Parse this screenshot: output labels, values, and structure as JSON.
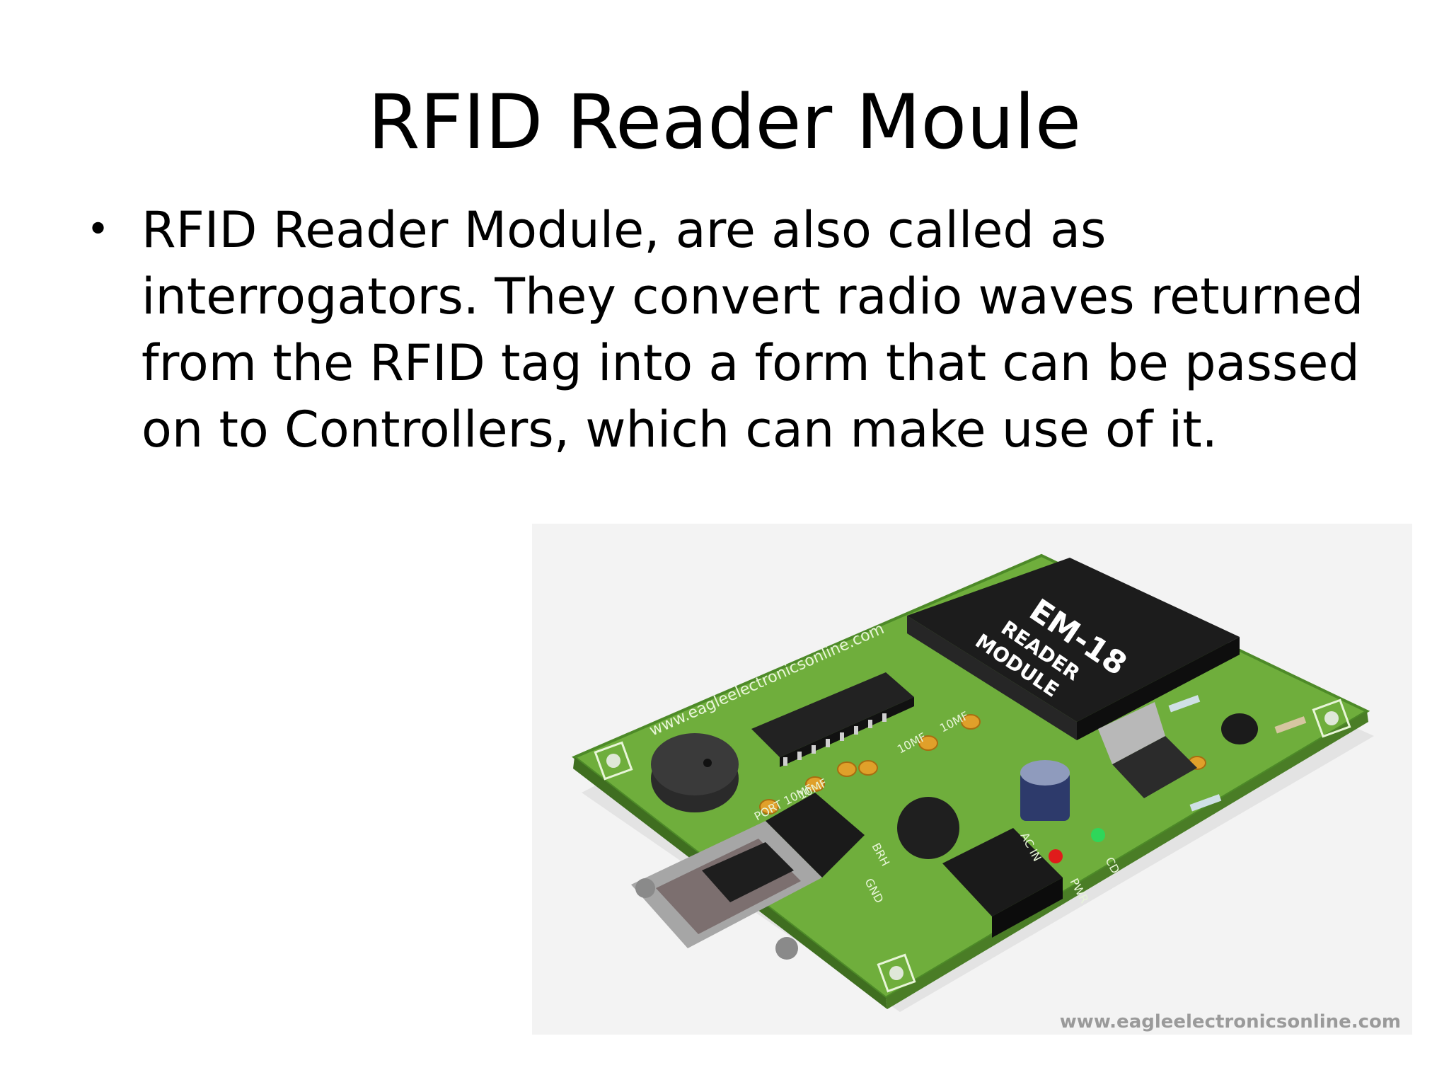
{
  "slide": {
    "title": "RFID Reader Moule",
    "bullets": [
      "RFID Reader Module, are also called as interrogators. They convert radio waves returned from the RFID tag into a form that can be passed on to Controllers, which can make use of it."
    ],
    "image": {
      "module_label": "EM-18",
      "module_sublabel_1": "READER",
      "module_sublabel_2": "MODULE",
      "board_url": "www.eagleelectronicsonline.com",
      "watermark": "www.eagleelectronicsonline.com",
      "silkscreen": [
        "PORT 10MF",
        "10MF",
        "10MF",
        "10MF",
        "BRH",
        "GND",
        "AC IN",
        "PWR",
        "CD"
      ],
      "colors": {
        "pcb": "#6fae3c",
        "chip": "#1c1c1c",
        "background": "#f3f3f3"
      }
    }
  }
}
